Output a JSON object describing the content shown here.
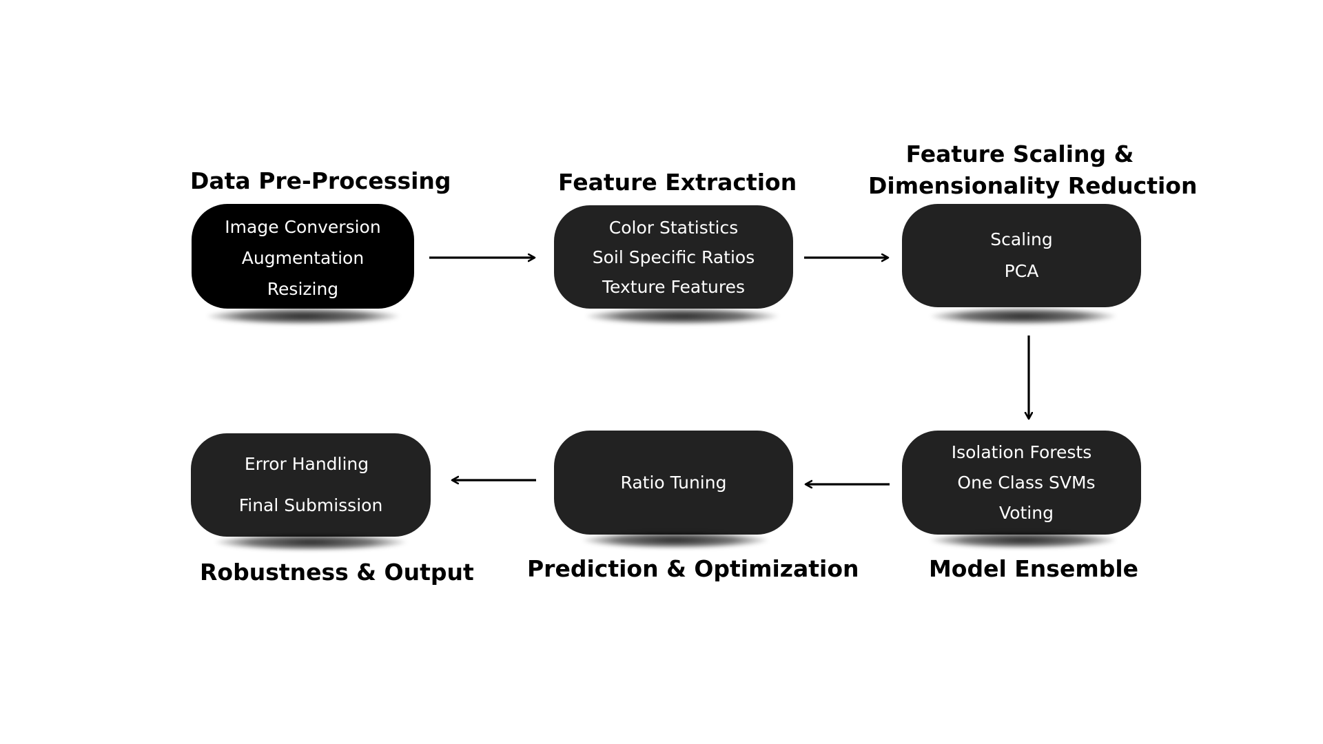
{
  "stages": {
    "preprocessing": {
      "title": "Data Pre-Processing",
      "items": [
        "Image Conversion",
        "Augmentation",
        "Resizing"
      ]
    },
    "extraction": {
      "title": "Feature Extraction",
      "items": [
        "Color Statistics",
        "Soil Specific Ratios",
        "Texture Features"
      ]
    },
    "scaling": {
      "title_line1": "Feature Scaling &",
      "title_line2": "Dimensionality Reduction",
      "items": [
        "Scaling",
        "PCA"
      ]
    },
    "ensemble": {
      "title": "Model Ensemble",
      "items": [
        "Isolation Forests",
        "One Class SVMs",
        "Voting"
      ]
    },
    "prediction": {
      "title": "Prediction & Optimization",
      "items": [
        "Ratio Tuning"
      ]
    },
    "robustness": {
      "title": "Robustness & Output",
      "items": [
        "Error Handling",
        "Final Submission"
      ]
    }
  },
  "colors": {
    "box_fill": "#222222",
    "box_fill_first": "#000000",
    "text_on_box": "#ffffff",
    "title_text": "#000000",
    "arrow": "#000000"
  }
}
